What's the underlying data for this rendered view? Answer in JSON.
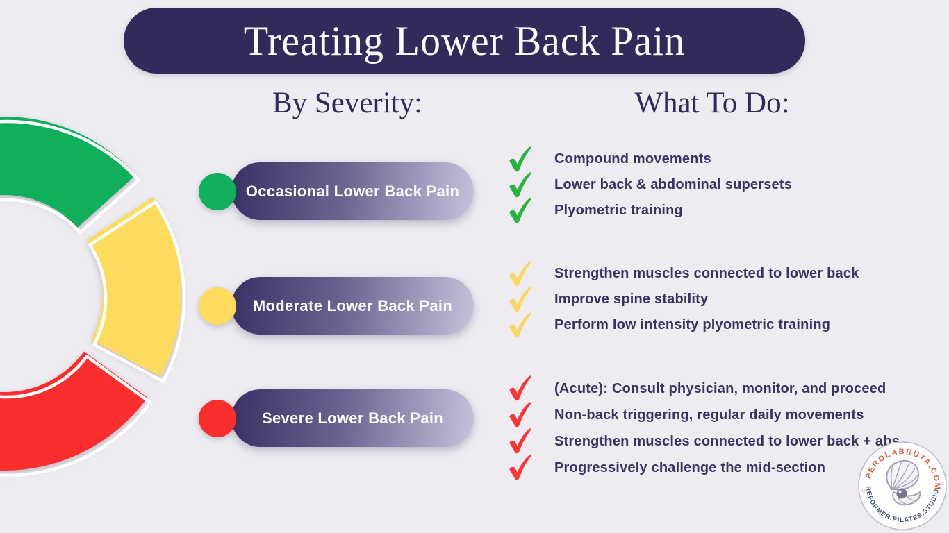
{
  "page": {
    "background": "#EEECF1"
  },
  "title": {
    "text": "Treating Lower Back Pain",
    "bg_color": "#33295B",
    "text_color": "#FCFCFE"
  },
  "headers": {
    "left": "By Severity:",
    "right": "What To Do:",
    "color": "#2F2960"
  },
  "gauge": {
    "type": "donut-gauge",
    "segments": [
      {
        "label": "Occasional",
        "color": "#0FAF5B"
      },
      {
        "label": "Moderate",
        "color": "#FDDB5D"
      },
      {
        "label": "Severe",
        "color": "#FB2D2D"
      }
    ]
  },
  "severity": {
    "pill_gradient": [
      "#3A3065",
      "#C5C2DC"
    ],
    "items": [
      {
        "label": "Occasional Lower Back Pain",
        "color": "#0FAF5B"
      },
      {
        "label": "Moderate Lower Back Pain",
        "color": "#FDDB5D"
      },
      {
        "label": "Severe Lower Back Pain",
        "color": "#FB2D2D"
      }
    ]
  },
  "todo": {
    "text_color": "#3A3263",
    "groups": [
      {
        "check_color": "#27B43E",
        "items": [
          "Compound movements",
          "Lower back & abdominal supersets",
          "Plyometric training"
        ]
      },
      {
        "check_color": "#FAD763",
        "items": [
          "Strengthen muscles connected to lower back",
          "Improve spine stability",
          "Perform low intensity plyometric training"
        ]
      },
      {
        "check_color": "#F93636",
        "items": [
          "(Acute): Consult physician, monitor, and proceed",
          "Non-back triggering, regular daily movements",
          "Strengthen muscles connected to lower back + abs",
          "Progressively challenge the mid-section"
        ]
      }
    ]
  },
  "logo": {
    "top_text": "PEROLABRUTA.COM",
    "bottom_text": "REFORMER.PILATES.STUDIO",
    "top_color": "#DE5A3E",
    "bottom_color": "#41517A"
  }
}
